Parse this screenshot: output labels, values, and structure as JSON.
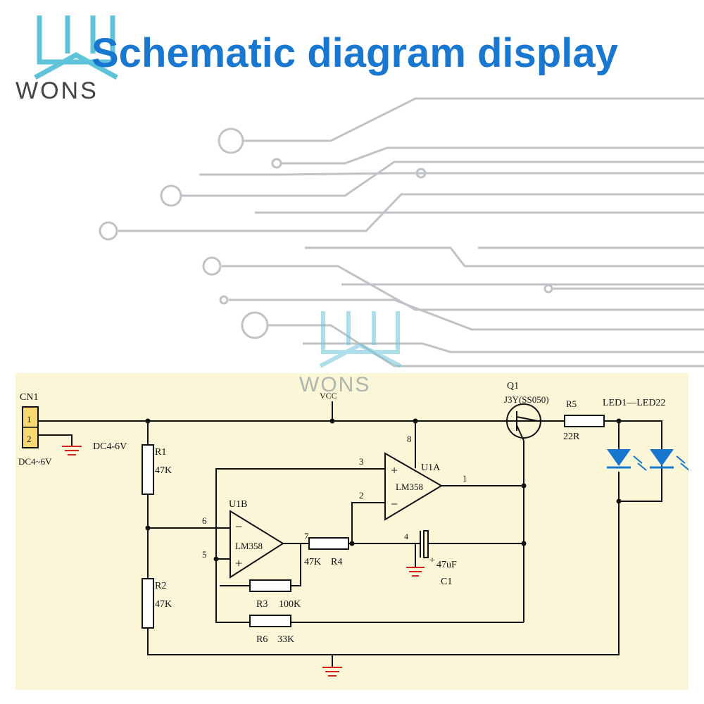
{
  "brand": {
    "name": "WONS",
    "colors": {
      "title": "#1877d0",
      "logo": "#5fc3d9",
      "panel": "#fbf6d8",
      "ground": "#d62020"
    }
  },
  "title": "Schematic diagram display",
  "watermark": {
    "name": "WONS"
  },
  "schematic": {
    "connector": {
      "ref": "CN1",
      "pin1": "1",
      "pin2": "2",
      "supply": "DC4~6V"
    },
    "supply_label": "DC4-6V",
    "vcc": "VCC",
    "r1": {
      "ref": "R1",
      "value": "47K"
    },
    "r2": {
      "ref": "R2",
      "value": "47K"
    },
    "r3": {
      "ref": "R3",
      "value": "100K"
    },
    "r4": {
      "ref": "R4",
      "value": "47K"
    },
    "r5": {
      "ref": "R5",
      "value": "22R"
    },
    "r6": {
      "ref": "R6",
      "value": "33K"
    },
    "u1a": {
      "ref": "U1A",
      "part": "LM358",
      "pin_plus": "3",
      "pin_minus": "2",
      "pin_out": "1",
      "pin_vcc": "8",
      "plus": "+",
      "minus": "−"
    },
    "u1b": {
      "ref": "U1B",
      "part": "LM358",
      "pin_minus": "6",
      "pin_plus": "5",
      "pin_out": "7",
      "plus": "+",
      "minus": "−"
    },
    "c1": {
      "ref": "C1",
      "value": "47uF",
      "plus": "+",
      "pin": "4"
    },
    "q1": {
      "ref": "Q1",
      "part": "J3Y(SS050)"
    },
    "leds": {
      "label": "LED1—LED22"
    }
  }
}
